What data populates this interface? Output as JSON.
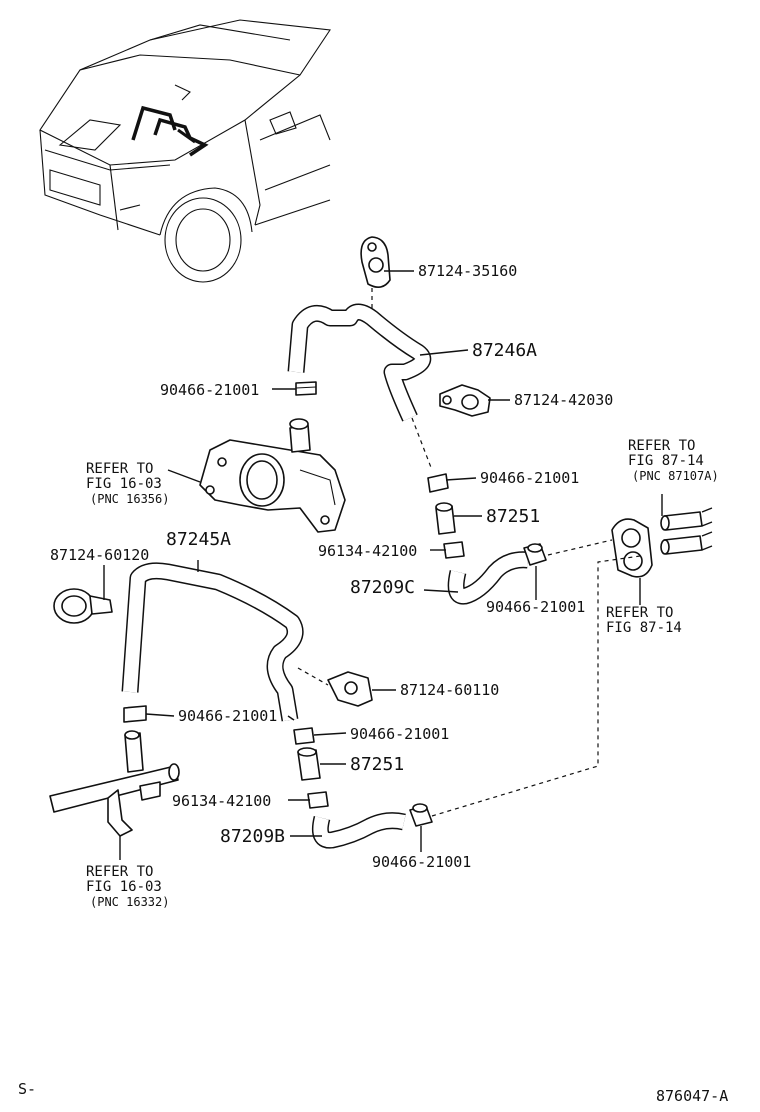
{
  "labels": {
    "p1": "87124-35160",
    "p2": "87246A",
    "p3": "90466-21001",
    "p4": "87124-42030",
    "p5": "90466-21001",
    "p6": "87251",
    "p7": "96134-42100",
    "p8": "87209C",
    "p9": "90466-21001",
    "p10": "87245A",
    "p11": "87124-60120",
    "p12": "87124-60110",
    "p13": "90466-21001",
    "p14": "90466-21001",
    "p15": "87251",
    "p16": "96134-42100",
    "p17": "87209B",
    "p18": "90466-21001"
  },
  "refs": {
    "r1": [
      "REFER TO",
      "FIG 16-03",
      "(PNC 16356)"
    ],
    "r2": [
      "REFER TO",
      "FIG 87-14",
      "(PNC 87107A)"
    ],
    "r3": [
      "REFER TO",
      "FIG 87-14"
    ],
    "r4": [
      "REFER TO",
      "FIG 16-03",
      "(PNC 16332)"
    ]
  },
  "footer": {
    "left": "S-",
    "right": "876047-A"
  }
}
